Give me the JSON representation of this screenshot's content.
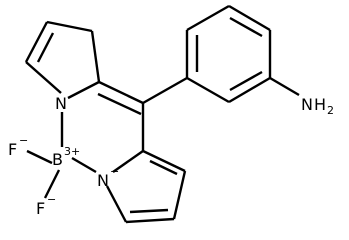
{
  "molecule": {
    "atoms": {
      "n_top": "N",
      "n_bottom": "N",
      "n_bottom_charge": "−",
      "boron": "B",
      "boron_charge": "3+",
      "f_left": "F",
      "f_left_charge": "−",
      "f_bottom": "F",
      "f_bottom_charge": "−",
      "amine_n": "N",
      "amine_h": "H",
      "amine_h_count": "2"
    }
  }
}
